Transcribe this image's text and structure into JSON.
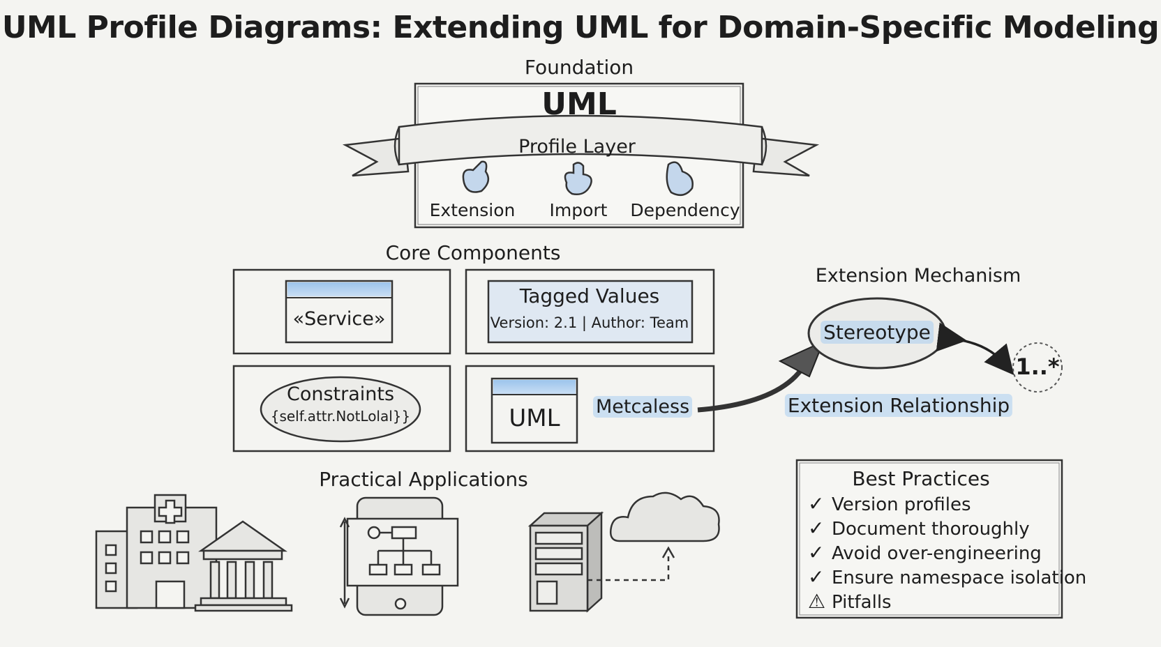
{
  "title": "UML Profile Diagrams: Extending UML for Domain-Specific Modeling",
  "foundation": {
    "heading": "Foundation",
    "uml_label": "UML",
    "profile_layer": "Profile Layer",
    "relations": [
      "Extension",
      "Import",
      "Dependency"
    ]
  },
  "core": {
    "heading": "Core Components",
    "stereotype_box": "«Service»",
    "tagged_values_title": "Tagged Values",
    "tagged_values_detail": "Version: 2.1 | Author: Team",
    "constraints_title": "Constraints",
    "constraints_expr": "{self.attr.NotLolal}}",
    "metaclass_box": "UML",
    "metaclass_label": "Metcaless"
  },
  "extension": {
    "heading": "Extension Mechanism",
    "stereotype": "Stereotype",
    "multiplicity": "1..*",
    "relationship": "Extension Relationship"
  },
  "applications": {
    "heading": "Practical Applications",
    "icons": [
      "hospital-icon",
      "bank-icon",
      "tablet-diagram-icon",
      "server-icon",
      "cloud-icon"
    ]
  },
  "best_practices": {
    "heading": "Best Practices",
    "items": [
      {
        "mark": "✓",
        "text": "Version profiles"
      },
      {
        "mark": "✓",
        "text": "Document thoroughly"
      },
      {
        "mark": "✓",
        "text": "Avoid over-engineering"
      },
      {
        "mark": "✓",
        "text": "Ensure namespace isolation"
      },
      {
        "mark": "⚠",
        "text": "Pitfalls"
      }
    ]
  },
  "colors": {
    "ink": "#1d1d1d",
    "highlight": "#aacdf0",
    "paper": "#f4f4f1"
  }
}
